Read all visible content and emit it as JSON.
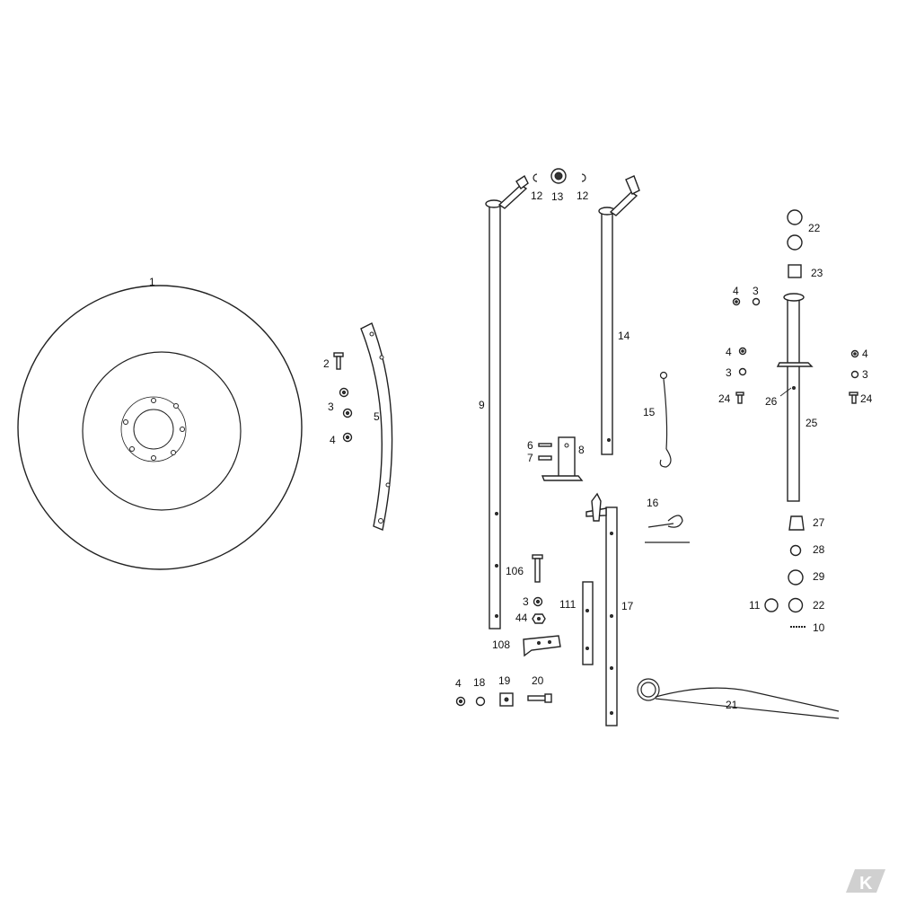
{
  "diagram": {
    "labels": {
      "l1": "1",
      "l2": "2",
      "l3a": "3",
      "l4a": "4",
      "l5": "5",
      "l9": "9",
      "l12a": "12",
      "l13": "13",
      "l12b": "12",
      "l14": "14",
      "l6": "6",
      "l7": "7",
      "l8": "8",
      "l15": "15",
      "l16": "16",
      "l106": "106",
      "l3b": "3",
      "l44": "44",
      "l111": "111",
      "l17": "17",
      "l108": "108",
      "l4b": "4",
      "l18": "18",
      "l19": "19",
      "l20": "20",
      "l21": "21",
      "l22a": "22",
      "l23": "23",
      "l4c": "4",
      "l3c": "3",
      "l4d": "4",
      "l3d": "3",
      "l24a": "24",
      "l26": "26",
      "l4e": "4",
      "l3e": "3",
      "l24b": "24",
      "l25": "25",
      "l27": "27",
      "l28": "28",
      "l29": "29",
      "l11": "11",
      "l22b": "22",
      "l10": "10"
    },
    "logo": "K"
  }
}
